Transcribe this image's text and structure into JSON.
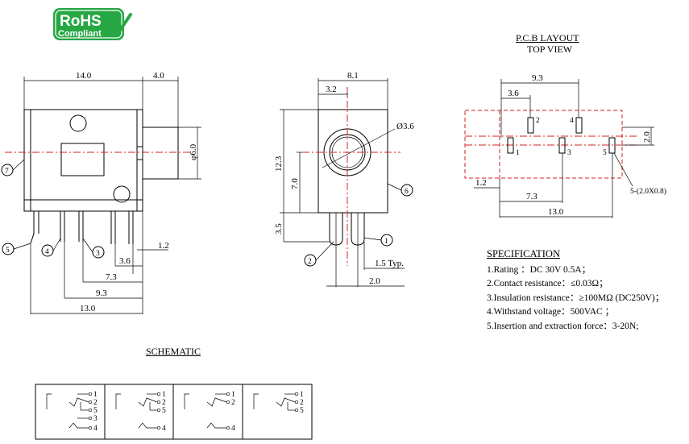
{
  "logo": {
    "line1": "RoHS",
    "line2": "Compliant",
    "color": "#27a744"
  },
  "colors": {
    "outline": "#000000",
    "centerline": "#d62020"
  },
  "pcb": {
    "title": "P.C.B LAYOUT",
    "subtitle": "TOP VIEW",
    "dims": {
      "d93": "9.3",
      "d36": "3.6",
      "d12": "1.2",
      "d73": "7.3",
      "d130": "13.0",
      "d20": "2.0"
    },
    "pins": [
      "1",
      "2",
      "3",
      "4",
      "5"
    ],
    "pad_note": "5-(2.0X0.8)"
  },
  "side_view": {
    "dims": {
      "d140": "14.0",
      "d40": "4.0",
      "phi60": "φ6.0",
      "d12": "1.2",
      "d36": "3.6",
      "d73": "7.3",
      "d93": "9.3",
      "d130": "13.0"
    },
    "callouts": [
      "7",
      "5",
      "4",
      "3"
    ]
  },
  "front_view": {
    "dims": {
      "d81": "8.1",
      "d32": "3.2",
      "phi36": "Ø3.6",
      "d123": "12.3",
      "d70": "7.0",
      "d35": "3.5",
      "d15typ": "1.5 Typ.",
      "d20": "2.0"
    },
    "callouts": [
      "6",
      "2",
      "1"
    ]
  },
  "specification": {
    "title": "SPECIFICATION",
    "items": [
      "1.Rating ：DC 30V 0.5A；",
      "2.Contact resistance：≤0.03Ω；",
      "3.Insulation resistance：≥100MΩ (DC250V)；",
      "4.Withstand voltage：500VAC ；",
      "5.Insertion and extraction force：3-20N;"
    ]
  },
  "schematic": {
    "title": "SCHEMATIC",
    "cells": [
      {
        "labels": [
          "1",
          "2",
          "5",
          "3",
          "4"
        ]
      },
      {
        "labels": [
          "1",
          "2",
          "5",
          "4"
        ]
      },
      {
        "labels": [
          "1",
          "2",
          "4"
        ]
      },
      {
        "labels": [
          "1",
          "2",
          "5"
        ]
      }
    ]
  }
}
